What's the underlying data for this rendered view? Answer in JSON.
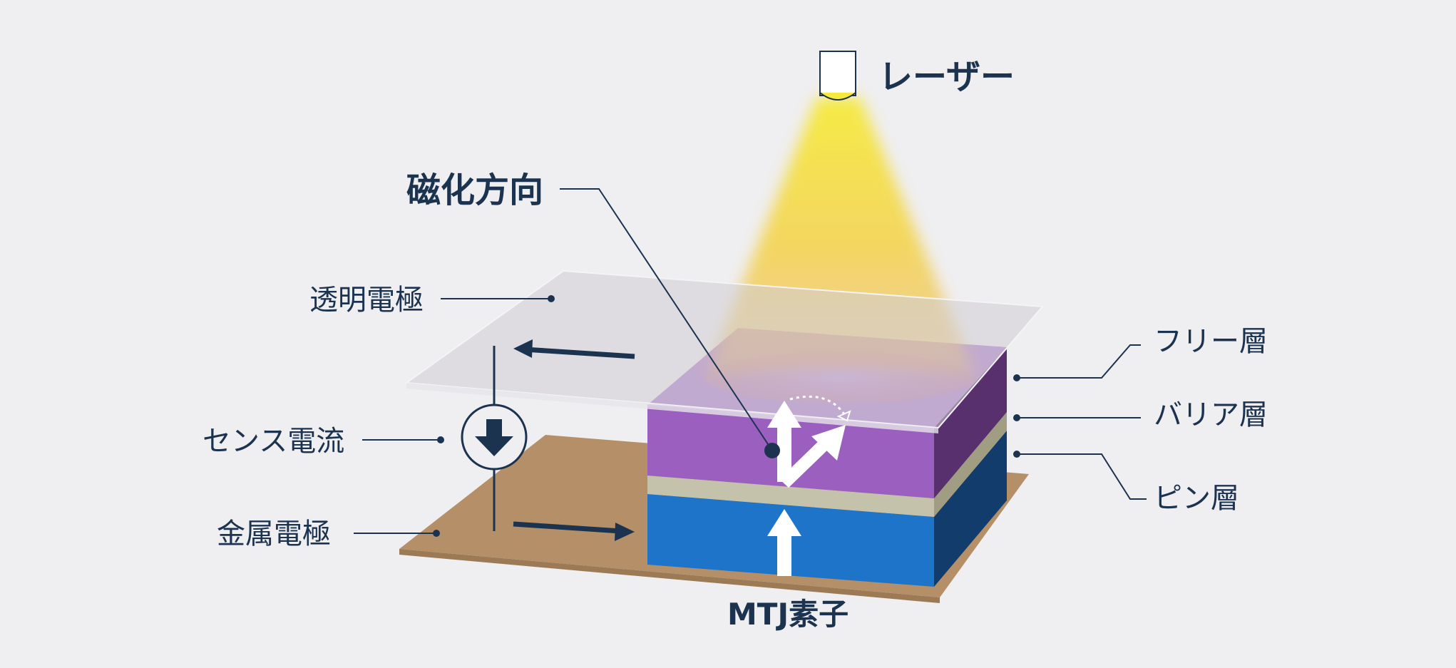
{
  "labels": {
    "laser": "レーザー",
    "magnetization": "磁化方向",
    "transparent_electrode": "透明電極",
    "sense_current": "センス電流",
    "metal_electrode": "金属電極",
    "free_layer": "フリー層",
    "barrier_layer": "バリア層",
    "pinned_layer": "ピン層",
    "mtj": "MTJ素子"
  },
  "colors": {
    "background": "#efeef0",
    "text": "#1c3350",
    "free_layer": "#9b5fbf",
    "barrier_layer": "#c4c2aa",
    "pinned_layer": "#1e74c8",
    "metal_electrode": "#b48f68",
    "laser_beam": "#f3e14a"
  }
}
